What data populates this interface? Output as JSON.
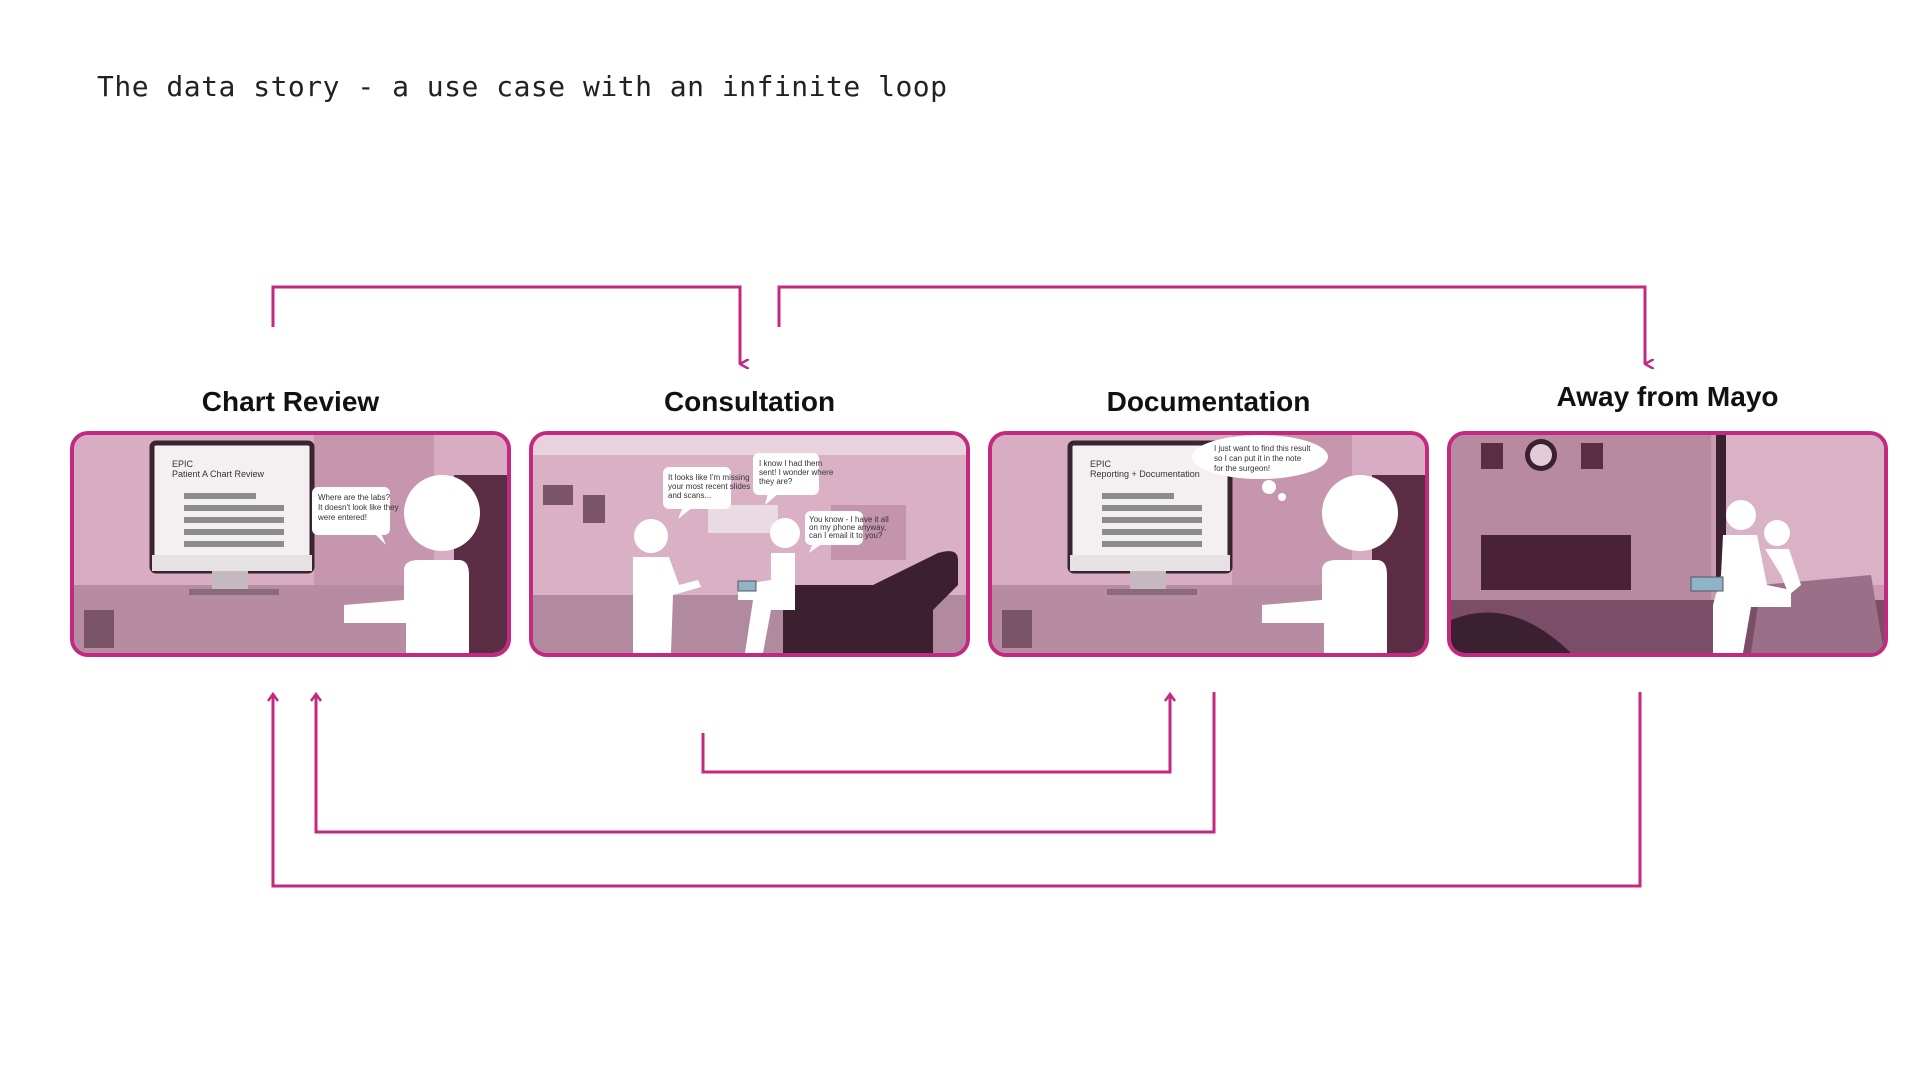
{
  "title": "The data story - a use case with an infinite loop",
  "accent_color": "#c2297f",
  "stages": [
    {
      "label": "Chart Review",
      "screen_title": "EPIC",
      "screen_subtitle": "Patient A Chart Review",
      "bubble": [
        "Where are the labs?",
        "It doesn't look like they",
        "were entered!"
      ]
    },
    {
      "label": "Consultation",
      "bubble_left": [
        "It looks like I'm missing",
        "your most recent slides",
        "and scans..."
      ],
      "bubble_top": [
        "I know I had them",
        "sent! I wonder where",
        "they are?"
      ],
      "bubble_right": [
        "You know - I have it all",
        "on my phone anyway,",
        "can I email it to you?"
      ]
    },
    {
      "label": "Documentation",
      "screen_title": "EPIC",
      "screen_subtitle": "Reporting + Documentation",
      "thought": [
        "I just want to find this result",
        "so I can put it in the note",
        "for the surgeon!"
      ]
    },
    {
      "label": "Away from Mayo"
    }
  ]
}
